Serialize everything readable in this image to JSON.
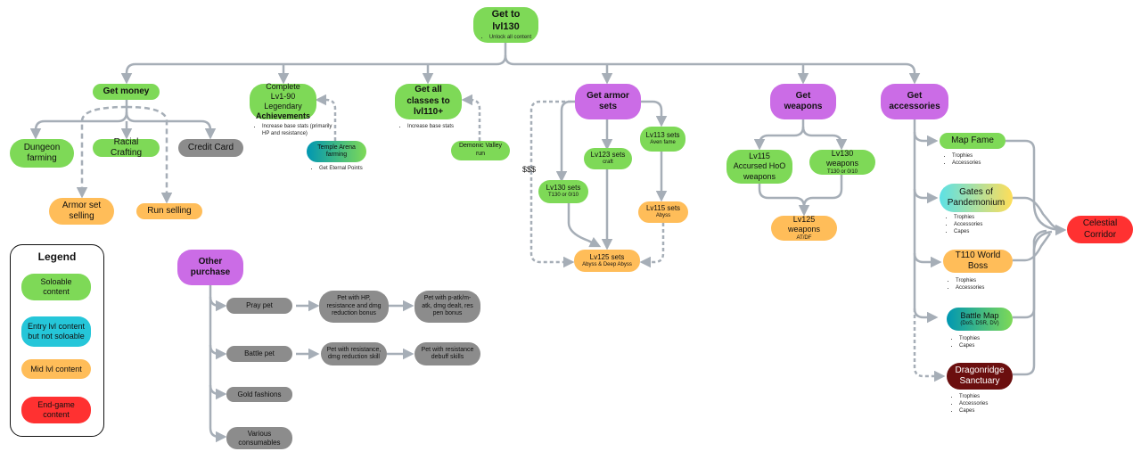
{
  "nodes": {
    "lvl130": {
      "label": "Get to lvl130",
      "sub": "Unlock all content"
    },
    "money": {
      "label": "Get money"
    },
    "dungeon": {
      "label": "Dungeon farming"
    },
    "racial": {
      "label": "Racial Crafting"
    },
    "credit": {
      "label": "Credit Card"
    },
    "armor_selling": {
      "label": "Armor set selling"
    },
    "run_selling": {
      "label": "Run selling"
    },
    "achievements_a": {
      "label": "Complete"
    },
    "achievements_b": {
      "label": "Lv1-90 Legendary"
    },
    "achievements_c": {
      "label": "Achievements"
    },
    "temple": {
      "label": "Temple Arena farming"
    },
    "classes": {
      "label": "Get all classes to lvl110+"
    },
    "demonic": {
      "label": "Demonic Valley run"
    },
    "armor": {
      "label": "Get armor sets"
    },
    "lv123": {
      "label": "Lv123 sets",
      "sub": "craft"
    },
    "lv113": {
      "label": "Lv113 sets",
      "sub": "Aven fame"
    },
    "lv130s": {
      "label": "Lv130 sets",
      "sub": "T130 or 0/10"
    },
    "lv115s": {
      "label": "Lv115 sets",
      "sub": "Abyss"
    },
    "lv125s": {
      "label": "Lv125 sets",
      "sub": "Abyss & Deep Abyss"
    },
    "weapons": {
      "label": "Get weapons"
    },
    "lv115w": {
      "label": "Lv115 Accursed HoO weapons"
    },
    "lv130w": {
      "label": "Lv130 weapons",
      "sub": "T130 or 0/10"
    },
    "lv125w": {
      "label": "Lv125 weapons",
      "sub": "AT/DF"
    },
    "accessories": {
      "label": "Get accessories"
    },
    "mapfame": {
      "label": "Map Fame"
    },
    "gates": {
      "label": "Gates of Pandemonium"
    },
    "t110": {
      "label": "T110 World Boss"
    },
    "battlemap": {
      "label": "Battle Map",
      "sub": "(DoS, DSR, DV)"
    },
    "dragon": {
      "label": "Dragonridge Sanctuary"
    },
    "celestial": {
      "label": "Celestial Corridor"
    },
    "other": {
      "label": "Other purchase"
    },
    "pray": {
      "label": "Pray pet"
    },
    "pray_hp": {
      "label": "Pet with HP, resistance and dmg reduction bonus"
    },
    "pray_atk": {
      "label": "Pet with p-atk/m-atk, dmg dealt, res pen bonus"
    },
    "battlepet": {
      "label": "Battle pet"
    },
    "bp_res": {
      "label": "Pet with resistance, dmg reduction skill"
    },
    "bp_debuff": {
      "label": "Pet with resistance debuff skills"
    },
    "gold": {
      "label": "Gold fashions"
    },
    "consumables": {
      "label": "Various consumables"
    }
  },
  "notes": {
    "achievements": [
      "Increase base stats (primarily HP and resistance)"
    ],
    "temple": [
      "Get Eternal Points"
    ],
    "classes": [
      "Increase base stats"
    ],
    "mapfame": [
      "Trophies",
      "Accessories"
    ],
    "gates": [
      "Trophies",
      "Accessories",
      "Capes"
    ],
    "t110": [
      "Trophies",
      "Accessories"
    ],
    "battlemap": [
      "Trophies",
      "Capes"
    ],
    "dragon": [
      "Trophies",
      "Accessories",
      "Capes"
    ]
  },
  "dollar_label": "$$$",
  "legend": {
    "title": "Legend",
    "items": [
      {
        "label": "Soloable content",
        "color": "#7ed957"
      },
      {
        "label": "Entry lvl content but not soloable",
        "color": "#25c6d9"
      },
      {
        "label": "Mid lvl content",
        "color": "#ffbd59"
      },
      {
        "label": "End-game content",
        "color": "#ff3131"
      }
    ]
  },
  "colors": {
    "connector": "#a6aeb7"
  }
}
